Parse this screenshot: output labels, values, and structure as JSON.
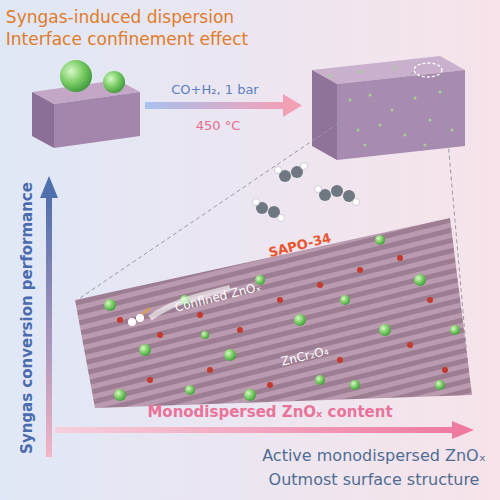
{
  "diagram": {
    "labels": [
      "Syngas-induced dispersion",
      "Interface confinement effect",
      "CO+H₂, 1 bar",
      "450 °C",
      "Syngas conversion performance",
      "Monodispersed ZnOₓ content",
      "Confined ZnOₓ",
      "SAPO-34",
      "ZnCr₂O₄",
      "Active monodispersed ZnOₓ",
      "Outmost surface structure"
    ]
  }
}
